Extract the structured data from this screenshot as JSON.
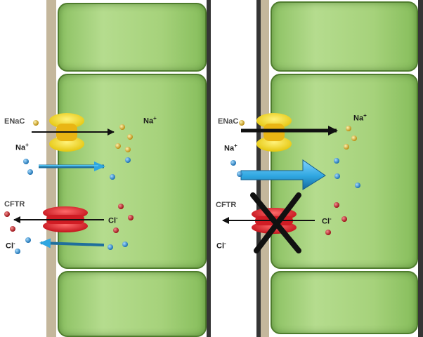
{
  "panels": [
    {
      "id": "normal",
      "labels": {
        "channel_na": "ENaC",
        "channel_cl": "CFTR",
        "ion_na_left": "Na",
        "ion_na_right": "Na",
        "ion_cl_left": "Cl",
        "ion_cl_right": "Cl",
        "charge_plus": "+",
        "charge_minus": "-"
      }
    },
    {
      "id": "altered",
      "labels": {
        "channel_na": "ENaC",
        "channel_cl": "CFTR",
        "ion_na_left": "Na",
        "ion_na_right": "Na",
        "ion_cl_left": "Cl",
        "ion_cl_right": "Cl",
        "charge_plus": "+",
        "charge_minus": "-"
      }
    }
  ],
  "colors": {
    "cell_fill": "#a6d27b",
    "cell_border": "#4f7d2d",
    "membrane": "#c4b79c",
    "enac_channel": "#f3dc2b",
    "cftr_channel": "#e5242d",
    "sodium_ion": "#d4aa2a",
    "chloride_ion": "#c0272d",
    "water_molecule": "#2c8ed1",
    "water_flow_arrow": "#2fa6e0",
    "block_cross": "#111111"
  }
}
